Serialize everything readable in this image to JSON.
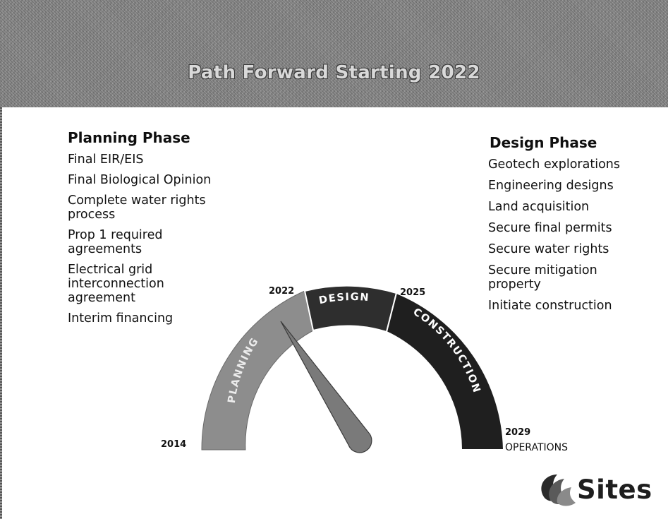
{
  "slide": {
    "title": "Path Forward Starting 2022"
  },
  "planning_phase": {
    "heading": "Planning Phase",
    "items": [
      "Final EIR/EIS",
      "Final Biological Opinion",
      "Complete water rights process",
      "Prop 1 required agreements",
      "Electrical grid interconnection agreement",
      "Interim financing"
    ]
  },
  "design_phase": {
    "heading": "Design Phase",
    "items": [
      "Geotech explorations",
      "Engineering designs",
      "Land acquisition",
      "Secure final permits",
      "Secure water rights",
      "Secure mitigation property",
      "Initiate construction"
    ]
  },
  "gauge": {
    "segments": [
      {
        "label": "PLANNING",
        "from_year": 2014,
        "to_year": 2022,
        "color": "#8a8a8a"
      },
      {
        "label": "DESIGN",
        "from_year": 2022,
        "to_year": 2025,
        "color": "#2e2e2e"
      },
      {
        "label": "CONSTRUCTION",
        "from_year": 2025,
        "to_year": 2029,
        "color": "#1f1f1f"
      }
    ],
    "year_labels": {
      "start": "2014",
      "planning_end": "2022",
      "design_end": "2025",
      "end": "2029",
      "end_caption": "OPERATIONS"
    },
    "needle_year": 2022
  },
  "logo": {
    "text": "Sites",
    "icon": "leaf-swirl-icon"
  }
}
